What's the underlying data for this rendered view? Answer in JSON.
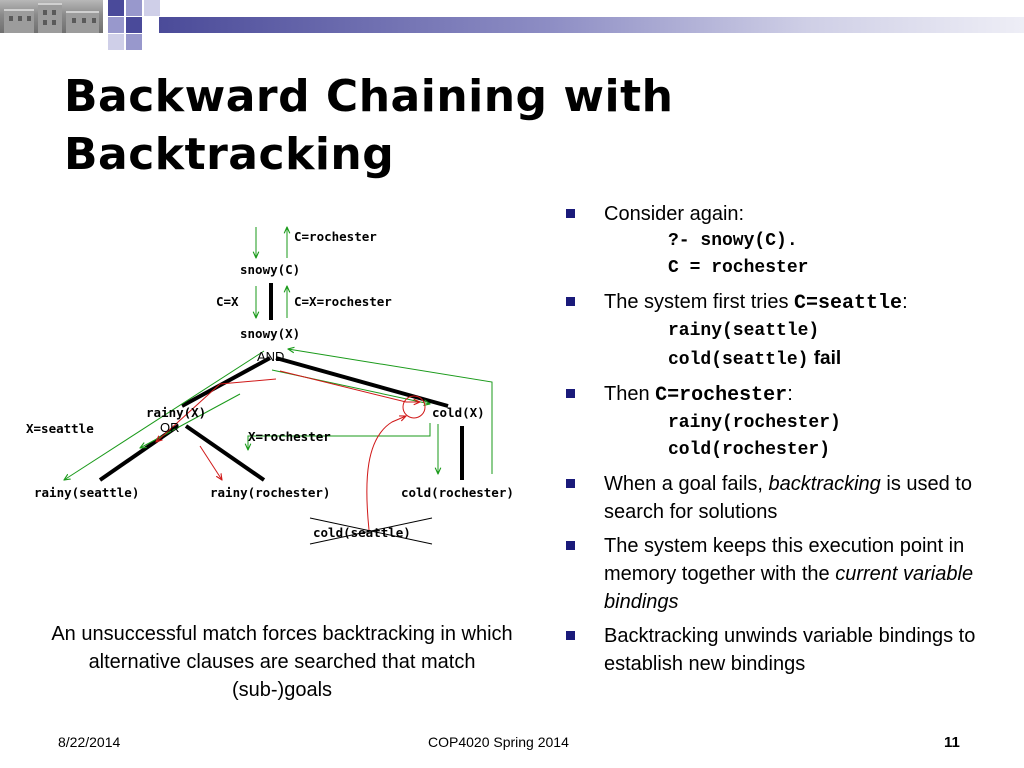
{
  "slide": {
    "title_line1": "Backward Chaining with",
    "title_line2": "Backtracking",
    "caption": "An unsuccessful match forces backtracking in which alternative clauses are searched that match (sub-)goals"
  },
  "diagram": {
    "c_rochester_top": "C=rochester",
    "snowy_c": "snowy(C)",
    "c_eq_x": "C=X",
    "c_x_rochester": "C=X=rochester",
    "snowy_x": "snowy(X)",
    "and_label": "AND",
    "rainy_x": "rainy(X)",
    "or_label": "OR",
    "cold_x": "cold(X)",
    "x_seattle": "X=seattle",
    "x_rochester": "X=rochester",
    "rainy_seattle": "rainy(seattle)",
    "rainy_rochester": "rainy(rochester)",
    "cold_rochester": "cold(rochester)",
    "cold_seattle": "cold(seattle)"
  },
  "bullets": {
    "b1_text": "Consider again:",
    "b1_code1": "?- snowy(C).",
    "b1_code2": "C = rochester",
    "b2_pre": "The system first tries ",
    "b2_mono": "C=seattle",
    "b2_post": ":",
    "b2_code1": "rainy(seattle)",
    "b2_code2": "cold(seattle)",
    "b2_fail": " fail",
    "b3_pre": "Then ",
    "b3_mono": "C=rochester",
    "b3_post": ":",
    "b3_code1": "rainy(rochester)",
    "b3_code2": "cold(rochester)",
    "b4_pre": "When a goal fails, ",
    "b4_em": "backtracking",
    "b4_post": " is used to search for solutions",
    "b5_pre": "The system keeps this execution point in memory together with the ",
    "b5_em": "current variable bindings",
    "b6_text": "Backtracking unwinds variable bindings to establish new bindings"
  },
  "footer": {
    "date": "8/22/2014",
    "course": "COP4020 Spring 2014",
    "page": "11"
  },
  "colors": {
    "accent_dark": "#4a4a9a",
    "accent_mid": "#9898cc",
    "accent_light": "#cfcfe8",
    "bullet": "#1a1a7a",
    "arrow_green": "#1a9a1a",
    "arrow_red": "#d01818"
  }
}
